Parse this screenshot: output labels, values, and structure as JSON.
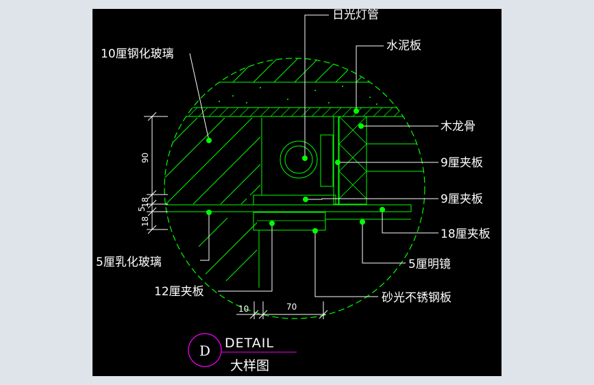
{
  "labels": {
    "fluorescent_tube": "日光灯管",
    "cement_board": "水泥板",
    "tempered_glass_10": "10厘钢化玻璃",
    "wood_keel": "木龙骨",
    "plywood_9_a": "9厘夹板",
    "plywood_9_b": "9厘夹板",
    "plywood_18": "18厘夹板",
    "frosted_glass_5": "5厘乳化玻璃",
    "mirror_5": "5厘明镜",
    "plywood_12": "12厘夹板",
    "brushed_steel": "砂光不锈钢板"
  },
  "dimensions": {
    "d90": "90",
    "d18": "18",
    "d5": "5",
    "d18b": "18",
    "d10": "10",
    "d70": "70"
  },
  "title": {
    "symbol": "D",
    "detail": "DETAIL",
    "caption": "大样图"
  },
  "colors": {
    "background": "#000000",
    "outline": "#00ff00",
    "leader": "#ffffff",
    "marker": "#00ff00",
    "symbol_circle": "#ff00ff",
    "title_underline": "#ff00ff"
  }
}
